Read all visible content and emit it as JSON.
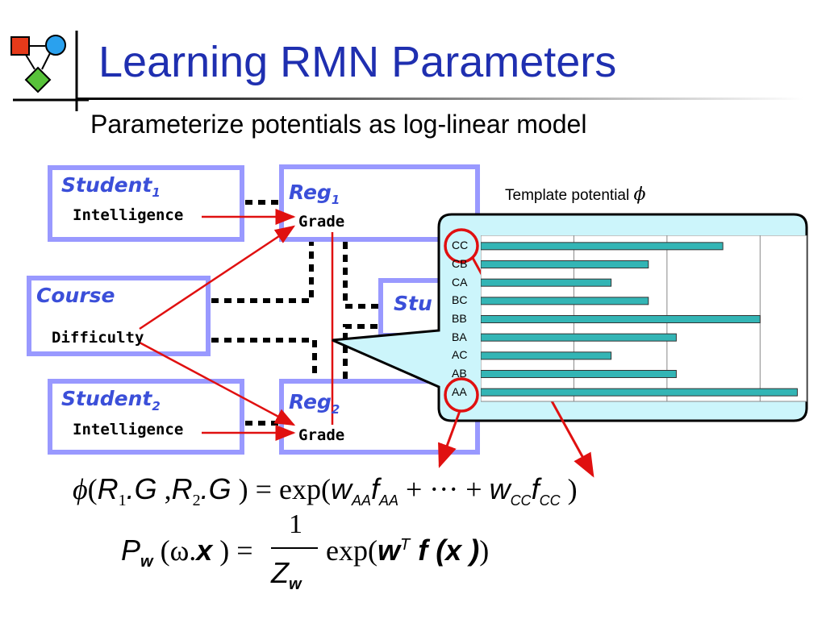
{
  "slide": {
    "title": "Learning RMN Parameters",
    "subtitle": "Parameterize potentials as log-linear model"
  },
  "nodes": {
    "student1": {
      "name": "Student",
      "sub": "1",
      "attr": "Intelligence"
    },
    "reg1": {
      "name": "Reg",
      "sub": "1",
      "attr": "Grade"
    },
    "course": {
      "name": "Course",
      "attr": "Difficulty"
    },
    "student_partial": {
      "name": "Stu"
    },
    "student2": {
      "name": "Student",
      "sub": "2",
      "attr": "Intelligence"
    },
    "reg2": {
      "name": "Reg",
      "sub": "2",
      "attr": "Grade"
    }
  },
  "callout": {
    "label": "Template potential",
    "symbol": "ϕ"
  },
  "chart_data": {
    "type": "bar",
    "orientation": "horizontal",
    "categories": [
      "CC",
      "CB",
      "CA",
      "BC",
      "BB",
      "BA",
      "AC",
      "AB",
      "AA"
    ],
    "values": [
      2.6,
      1.8,
      1.4,
      1.8,
      3.0,
      2.1,
      1.4,
      2.1,
      3.4
    ],
    "xlim": [
      0,
      3.5
    ],
    "grid": true,
    "bar_color": "#33b5b5"
  },
  "formulas": {
    "line1": {
      "phi": "ϕ",
      "open": "(",
      "r1": "R",
      "r1_sub": "1",
      "dot_g1": ".G",
      "comma": " ,",
      "r2": "R",
      "r2_sub": "2",
      "dot_g2": ".G",
      "close_eq": " ) = exp(",
      "w_aa": "w",
      "w_aa_sub": "AA",
      "f_aa": "f",
      "f_aa_sub": "AA",
      "plus_dots": " + ··· + ",
      "w_cc": "w",
      "w_cc_sub": "CC",
      "f_cc": "f",
      "f_cc_sub": "CC",
      "end": " )"
    },
    "line2": {
      "p": "P",
      "p_sub": "w",
      "open": " (ω.",
      "x": "x",
      "close_eq": " ) =",
      "num": "1",
      "den": "Z",
      "den_sub": "w",
      "exp": "exp(",
      "w": "w",
      "w_sup": "T",
      "f": " f (x )",
      "end": ")"
    }
  },
  "colors": {
    "title": "#1f2fb0",
    "class_label": "#3b4fd9",
    "box_border": "#9999ff",
    "arrow": "#e01010",
    "callout_fill": "#ccf5fb"
  }
}
